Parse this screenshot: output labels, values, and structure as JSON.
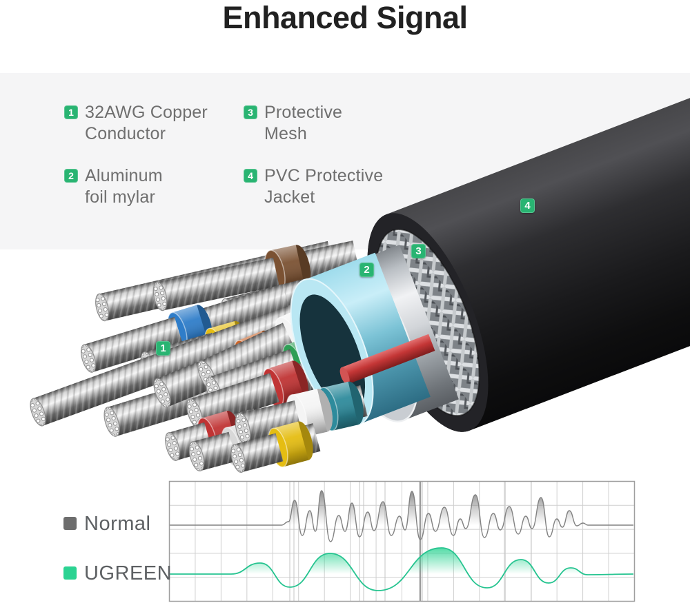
{
  "title": "Enhanced Signal",
  "features": [
    {
      "num": "1",
      "line1": "32AWG Copper",
      "line2": "Conductor"
    },
    {
      "num": "2",
      "line1": "Aluminum",
      "line2": "foil mylar"
    },
    {
      "num": "3",
      "line1": "Protective",
      "line2": "Mesh"
    },
    {
      "num": "4",
      "line1": "PVC Protective",
      "line2": "Jacket"
    }
  ],
  "callouts": [
    {
      "num": "1"
    },
    {
      "num": "2"
    },
    {
      "num": "3"
    },
    {
      "num": "4"
    }
  ],
  "legend": [
    {
      "label": "Normal",
      "color": "#6d6d6d"
    },
    {
      "label": "UGREEN",
      "color": "#2bd392"
    }
  ],
  "colors": {
    "brand_green": "#29b472",
    "band_bg": "#f5f5f6",
    "title_text": "#212121",
    "label_text": "#6f6f6f",
    "normal_wave": "#828282",
    "ugreen_wave": "#2bd392",
    "grid_line": "#cfcfcf",
    "panel_border": "#9e9e9e"
  },
  "cable": {
    "layer_names": [
      "32AWG Copper Conductor",
      "Aluminum foil mylar",
      "Protective Mesh",
      "PVC Protective Jacket"
    ],
    "wire_jacket_colors": [
      "#7b5233",
      "#2f7dc9",
      "#e5bd12",
      "#c9642a",
      "#2f9e55",
      "#c03434",
      "#f4f4f4",
      "#2e8b9c",
      "#d8d8d8"
    ]
  }
}
